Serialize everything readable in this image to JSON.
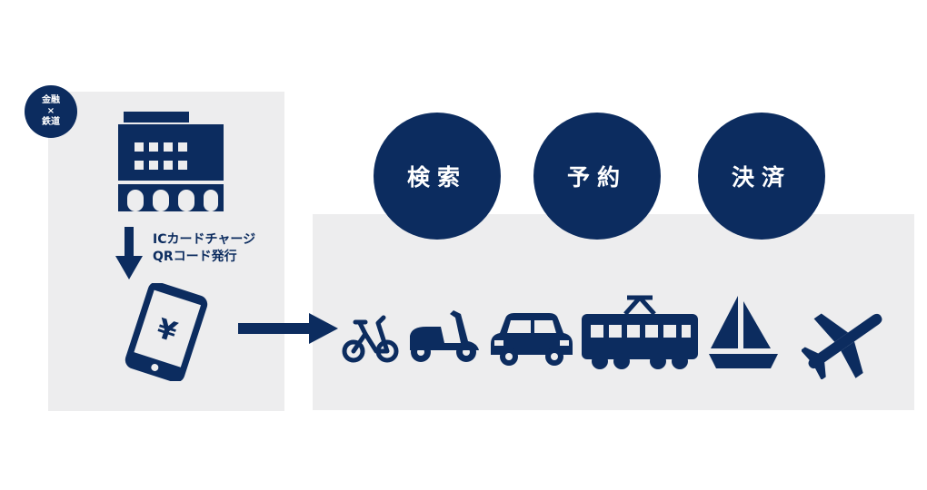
{
  "badge": {
    "line1": "金融",
    "line2": "×",
    "line3": "鉄道"
  },
  "flow_labels": {
    "line1": "ICカードチャージ",
    "line2": "QRコード発行"
  },
  "phone": {
    "currency": "¥"
  },
  "circles": [
    {
      "label": "検索"
    },
    {
      "label": "予約"
    },
    {
      "label": "決済"
    }
  ],
  "transport_icons": [
    "bicycle-icon",
    "scooter-icon",
    "car-icon",
    "train-icon",
    "sailboat-icon",
    "airplane-icon"
  ],
  "colors": {
    "navy": "#0c2c5f",
    "panel": "#ededee",
    "background": "#ffffff"
  }
}
